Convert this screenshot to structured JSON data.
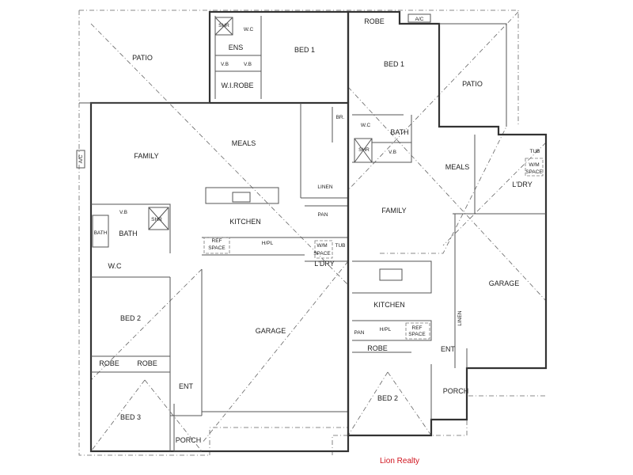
{
  "plan": {
    "left_unit": {
      "rooms": [
        "PATIO",
        "ENS",
        "BED 1",
        "W.I.ROBE",
        "BR.",
        "FAMILY",
        "MEALS",
        "LINEN",
        "KITCHEN",
        "PAN",
        "BATH",
        "BED 2",
        "GARAGE",
        "ROBE",
        "ROBE",
        "ENT",
        "BED 3",
        "PORCH",
        "L'DRY",
        "W.C"
      ],
      "fixtures": [
        "SHR",
        "W.C",
        "V.B",
        "V.B",
        "V.B",
        "SHR",
        "BATH",
        "REF",
        "SPACE",
        "H/PL",
        "W/M",
        "SPACE",
        "TUB",
        "A/C"
      ]
    },
    "right_unit": {
      "rooms": [
        "ROBE",
        "BED 1",
        "PATIO",
        "BATH",
        "MEALS",
        "L'DRY",
        "FAMILY",
        "GARAGE",
        "KITCHEN",
        "LINEN",
        "ROBE",
        "ENT",
        "PORCH",
        "BED 2",
        "PAN"
      ],
      "fixtures": [
        "A/C",
        "W.C",
        "SHR",
        "V.B",
        "TUB",
        "W/M",
        "SPACE",
        "H/PL",
        "REF",
        "SPACE"
      ]
    }
  },
  "brand": {
    "text": "Lion Realty",
    "color": "#d0141e"
  }
}
